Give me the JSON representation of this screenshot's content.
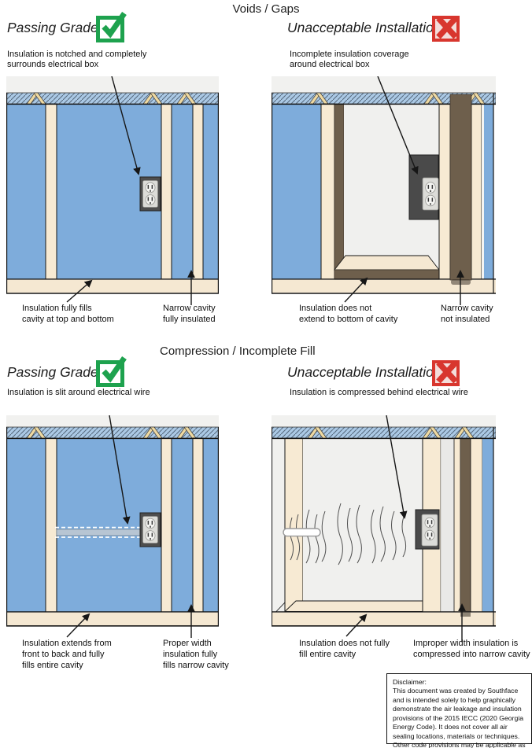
{
  "colors": {
    "insulation_blue": "#7eacdb",
    "hatch_blue": "#abc9e5",
    "wood_cream": "#f7ead3",
    "plate_cream": "#f5e8d2",
    "missing_brown": "#6e5f4c",
    "cavity_gray": "#f0f0ee",
    "pass_green": "#1ea24e",
    "fail_red": "#d8362e",
    "outlet_gray": "#4e4e4e"
  },
  "icons": {
    "pass": "check-icon",
    "fail": "x-icon"
  },
  "sections": [
    {
      "title": "Voids / Gaps",
      "left": {
        "header": "Passing Grade",
        "result": "pass",
        "callout": "Insulation is notched and completely\nsurrounds electrical box",
        "labels": [
          "Insulation fully fills\ncavity at top and bottom",
          "Narrow cavity\nfully insulated"
        ]
      },
      "right": {
        "header": "Unacceptable Installation",
        "result": "fail",
        "callout": "Incomplete insulation coverage\naround electrical box",
        "labels": [
          "Insulation does not\nextend to bottom of cavity",
          "Narrow cavity\nnot insulated"
        ]
      }
    },
    {
      "title": "Compression / Incomplete Fill",
      "left": {
        "header": "Passing Grade",
        "result": "pass",
        "callout": "Insulation is slit around electrical wire",
        "labels": [
          "Insulation extends from\nfront to back and fully\nfills entire cavity",
          "Proper width\ninsulation fully\nfills narrow cavity"
        ]
      },
      "right": {
        "header": "Unacceptable Installation",
        "result": "fail",
        "callout": "Insulation is compressed behind electrical wire",
        "labels": [
          "Insulation does not fully\nfill entire cavity",
          "Improper width insulation is\ncompressed into narrow cavity"
        ]
      }
    }
  ],
  "disclaimer": {
    "title": "Disclaimer:",
    "body": "This document was created by Southface and is intended solely to help graphically demonstrate the air leakage and insulation provisions of the 2015 IECC (2020 Georgia Energy Code).  It does not cover all air sealing locations, materials or techniques. Other code provisions may be applicable as well."
  }
}
